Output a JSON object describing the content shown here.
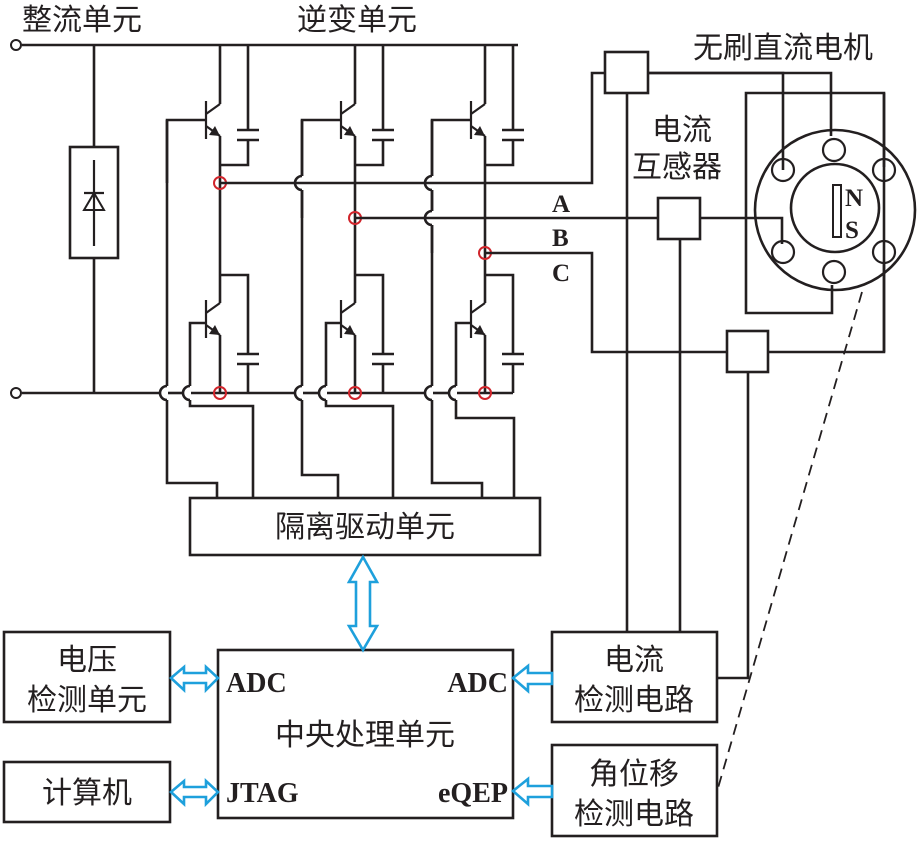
{
  "title_labels": {
    "rectifier_unit": "整流单元",
    "inverter_unit": "逆变单元",
    "bldc_motor": "无刷直流电机",
    "current_transformer_line1": "电流",
    "current_transformer_line2": "互感器"
  },
  "phases": [
    "A",
    "B",
    "C"
  ],
  "motor_poles": {
    "north": "N",
    "south": "S"
  },
  "blocks": {
    "isolation_driver": "隔离驱动单元",
    "cpu": "中央处理单元",
    "cpu_ports": {
      "adc_left": "ADC",
      "adc_right": "ADC",
      "jtag": "JTAG",
      "eqep": "eQEP"
    },
    "voltage_detect_line1": "电压",
    "voltage_detect_line2": "检测单元",
    "computer": "计算机",
    "current_detect_line1": "电流",
    "current_detect_line2": "检测电路",
    "angle_detect_line1": "角位移",
    "angle_detect_line2": "检测电路"
  },
  "colors": {
    "wire": "#231f20",
    "node_marker": "#d0242b",
    "signal_arrow": "#1ea0dc"
  }
}
